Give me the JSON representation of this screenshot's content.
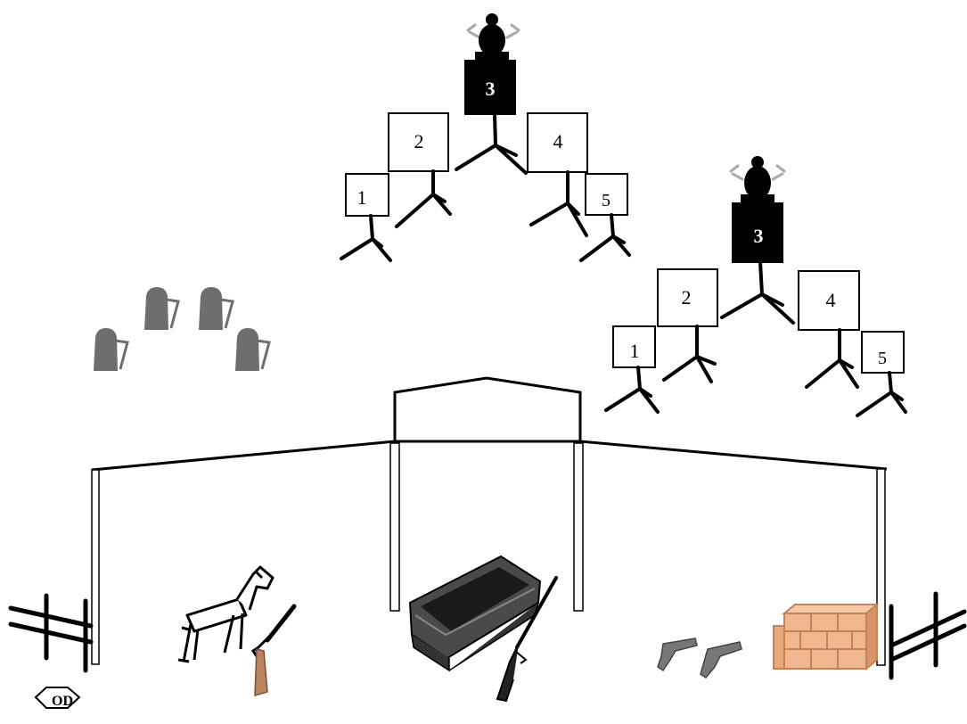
{
  "targets": {
    "group_a": {
      "t1": "1",
      "t2": "2",
      "t3": "3",
      "t4": "4",
      "t5": "5"
    },
    "group_b": {
      "t1": "1",
      "t2": "2",
      "t3": "3",
      "t4": "4",
      "t5": "5"
    }
  },
  "start_marker": {
    "label": "OD"
  },
  "colors": {
    "line": "#000000",
    "target_fill": "#ffffff",
    "silhouette": "#000000",
    "plate": "#6e6e6e",
    "stock": "#b98560",
    "crates": "#e4a477",
    "crates_line": "#c7834f",
    "post": "#ffffff"
  },
  "icons": {
    "silhouettes": "bad-guy-silhouette-icon",
    "plates": "knockdown-plate-icon",
    "horse": "wooden-horse-icon",
    "shotgun": "shotgun-icon",
    "coffin": "coffin-icon",
    "rifle": "rifle-icon",
    "pistols": "revolver-pair-icon",
    "crates": "crate-stack-icon",
    "fence": "fence-icon",
    "start": "start-position-hexagon-icon"
  }
}
